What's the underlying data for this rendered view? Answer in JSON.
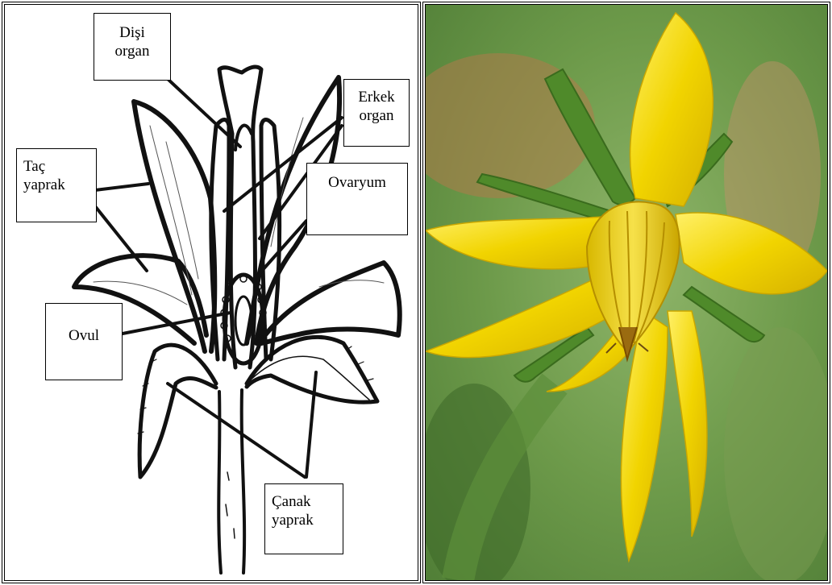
{
  "labels": {
    "disi_organ": "Dişi\norgan",
    "erkek_organ": "Erkek\norgan",
    "ovaryum": "Ovaryum",
    "tac_yaprak": "Taç\nyaprak",
    "ovul": "Ovul",
    "canak_yaprak": "Çanak\nyaprak"
  },
  "colors": {
    "line": "#111111",
    "petal_yellow": "#f1d400",
    "sepal_green": "#4f8a2a",
    "background_green": "#6f9a4c"
  }
}
